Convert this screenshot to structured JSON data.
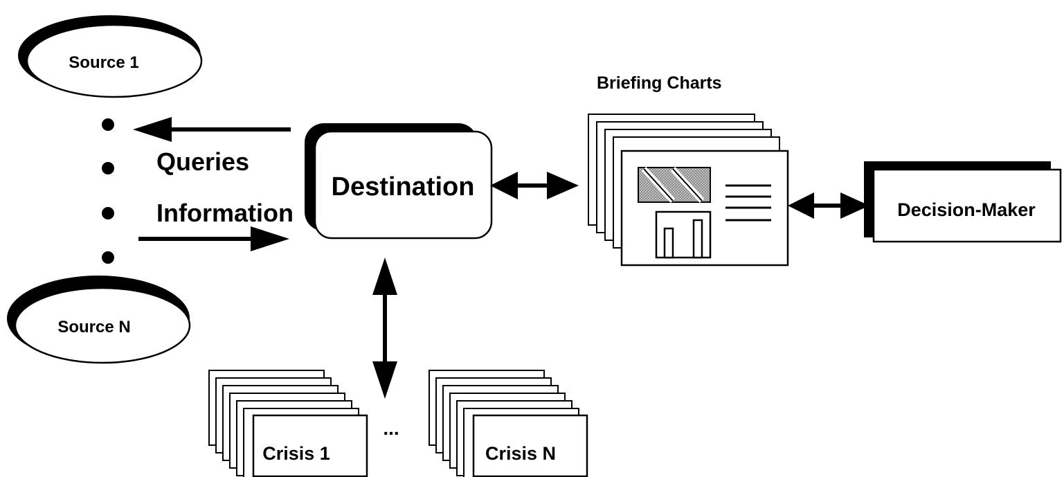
{
  "diagram": {
    "sources": {
      "first": "Source 1",
      "last": "Source N"
    },
    "arrows": {
      "queries": "Queries",
      "information": "Information"
    },
    "destination": "Destination",
    "briefing_charts": "Briefing Charts",
    "decision_maker": "Decision-Maker",
    "crises": {
      "first": "Crisis 1",
      "ellipsis": "...",
      "last": "Crisis N"
    }
  }
}
